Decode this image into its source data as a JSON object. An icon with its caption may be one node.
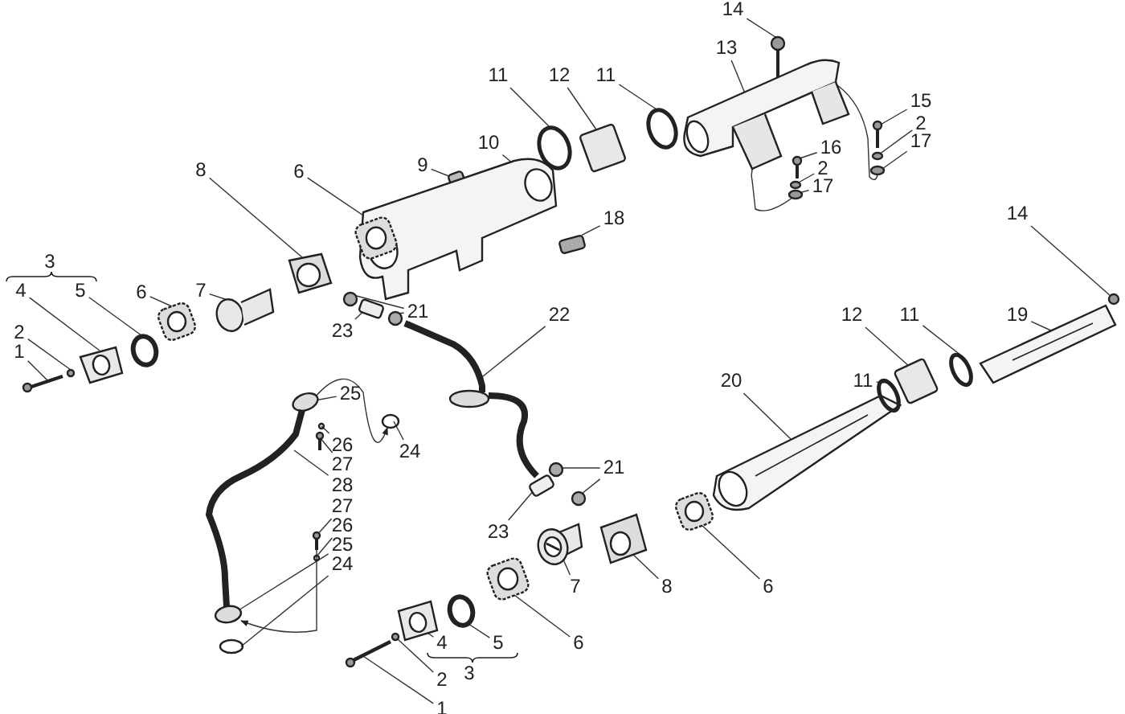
{
  "diagram": {
    "nodes": [
      {
        "text": [
          "14"
        ]
      },
      {
        "text": [
          "11"
        ]
      },
      {
        "text": [
          "12"
        ]
      },
      {
        "text": [
          "11"
        ]
      },
      {
        "text": [
          "13"
        ]
      },
      {
        "text": [
          "15"
        ]
      },
      {
        "text": [
          "2"
        ]
      },
      {
        "text": [
          "17"
        ]
      },
      {
        "text": [
          "16"
        ]
      },
      {
        "text": [
          "2"
        ]
      },
      {
        "text": [
          "9"
        ]
      },
      {
        "text": [
          "10"
        ]
      },
      {
        "text": [
          "17"
        ]
      },
      {
        "text": [
          "8"
        ]
      },
      {
        "text": [
          "6"
        ]
      },
      {
        "text": [
          "14"
        ]
      },
      {
        "text": [
          "18"
        ]
      },
      {
        "text": [
          "4"
        ]
      },
      {
        "text": [
          "5"
        ]
      },
      {
        "text": [
          "6"
        ]
      },
      {
        "text": [
          "7"
        ]
      },
      {
        "text": [
          "21"
        ]
      },
      {
        "text": [
          "22"
        ]
      },
      {
        "text": [
          "12"
        ]
      },
      {
        "text": [
          "11"
        ]
      },
      {
        "text": [
          "19"
        ]
      },
      {
        "text": [
          "2"
        ]
      },
      {
        "text": [
          "23"
        ]
      },
      {
        "text": [
          "1"
        ]
      },
      {
        "text": [
          "20"
        ]
      },
      {
        "text": [
          "11"
        ]
      },
      {
        "text": [
          "25"
        ]
      },
      {
        "text": [
          "24"
        ]
      },
      {
        "text": [
          "26"
        ]
      },
      {
        "text": [
          "27"
        ]
      },
      {
        "text": [
          "21"
        ]
      },
      {
        "text": [
          "28"
        ]
      },
      {
        "text": [
          "27"
        ]
      },
      {
        "text": [
          "26"
        ]
      },
      {
        "text": [
          "23"
        ]
      },
      {
        "text": [
          "25"
        ]
      },
      {
        "text": [
          "24"
        ]
      },
      {
        "text": [
          "7"
        ]
      },
      {
        "text": [
          "8"
        ]
      },
      {
        "text": [
          "6"
        ]
      },
      {
        "text": [
          "4"
        ]
      },
      {
        "text": [
          "5"
        ]
      },
      {
        "text": [
          "6"
        ]
      },
      {
        "text": [
          "2"
        ]
      },
      {
        "text": [
          "1"
        ]
      },
      {
        "text": [],
        "shape": "picture"
      },
      {
        "text": [],
        "shape": "circle"
      },
      {
        "text": [],
        "shape": "box"
      },
      {
        "text": [],
        "shape": "circle"
      },
      {
        "text": [],
        "shape": "picture"
      },
      {
        "text": [],
        "shape": "picture"
      },
      {
        "text": [],
        "shape": "circle"
      },
      {
        "text": [],
        "shape": "circle"
      },
      {
        "text": [],
        "shape": "picture"
      },
      {
        "text": [],
        "shape": "circle"
      },
      {
        "text": [],
        "shape": "circle"
      },
      {
        "text": [],
        "shape": "box"
      },
      {
        "text": [],
        "shape": "picture"
      },
      {
        "text": [],
        "shape": "picture"
      },
      {
        "text": [],
        "shape": "picture"
      },
      {
        "text": [],
        "shape": "circle"
      },
      {
        "text": [],
        "shape": "box"
      },
      {
        "text": [],
        "shape": "picture"
      },
      {
        "text": [],
        "shape": "circle"
      },
      {
        "text": [],
        "shape": "picture"
      },
      {
        "text": [],
        "shape": "picture"
      },
      {
        "text": [],
        "shape": "circle"
      },
      {
        "text": [],
        "shape": "circle"
      },
      {
        "text": [],
        "shape": "picture"
      },
      {
        "text": [],
        "shape": "box"
      },
      {
        "text": [],
        "shape": "circle"
      },
      {
        "text": [],
        "shape": "picture"
      },
      {
        "text": [],
        "shape": "circle"
      },
      {
        "text": [],
        "shape": "box"
      },
      {
        "text": [],
        "shape": "picture"
      },
      {
        "text": [],
        "shape": "picture"
      },
      {
        "text": [],
        "shape": "circle"
      },
      {
        "text": [],
        "shape": "circle"
      },
      {
        "text": [],
        "shape": "circle"
      },
      {
        "text": [],
        "shape": "circle"
      },
      {
        "text": [],
        "shape": "picture"
      },
      {
        "text": [],
        "shape": "circle"
      },
      {
        "text": [],
        "shape": "circle"
      },
      {
        "text": [],
        "shape": "picture"
      },
      {
        "text": [],
        "shape": "picture"
      },
      {
        "text": [],
        "shape": "circle"
      },
      {
        "text": [],
        "shape": "box"
      },
      {
        "text": [],
        "shape": "circle"
      },
      {
        "text": [],
        "shape": "circle"
      },
      {
        "text": [],
        "shape": "picture"
      },
      {
        "text": [],
        "shape": "picture"
      },
      {
        "text": [],
        "shape": "picture"
      },
      {
        "text": [],
        "shape": "picture"
      },
      {
        "text": [],
        "shape": "circle"
      },
      {
        "text": [],
        "shape": "picture"
      },
      {
        "text": [],
        "shape": "circle"
      },
      {
        "text": [],
        "shape": "picture"
      }
    ],
    "edges": [
      {
        "from": 0,
        "to": 50,
        "arrow": "none"
      },
      {
        "from": 1,
        "to": 51,
        "arrow": "none"
      },
      {
        "from": 2,
        "to": 52,
        "arrow": "none"
      },
      {
        "from": 3,
        "to": 53,
        "arrow": "none"
      },
      {
        "from": 4,
        "to": 54,
        "arrow": "none"
      },
      {
        "from": 5,
        "to": 55,
        "arrow": "none"
      },
      {
        "from": 6,
        "to": 56,
        "arrow": "none"
      },
      {
        "from": 7,
        "to": 57,
        "arrow": "none"
      },
      {
        "from": 8,
        "to": 58,
        "arrow": "none"
      },
      {
        "from": 9,
        "to": 59,
        "arrow": "none"
      },
      {
        "from": 10,
        "to": 61,
        "arrow": "none"
      },
      {
        "from": 11,
        "to": 62,
        "arrow": "none"
      },
      {
        "from": 12,
        "to": 60,
        "arrow": "none"
      },
      {
        "from": 13,
        "to": 63,
        "arrow": "none"
      },
      {
        "from": 14,
        "to": 64,
        "arrow": "none"
      },
      {
        "from": 15,
        "to": 65,
        "arrow": "none"
      },
      {
        "from": 16,
        "to": 66,
        "arrow": "none"
      },
      {
        "from": 17,
        "to": 67,
        "arrow": "none"
      },
      {
        "from": 18,
        "to": 68,
        "arrow": "none"
      },
      {
        "from": 19,
        "to": 69,
        "arrow": "none"
      },
      {
        "from": 20,
        "to": 70,
        "arrow": "none"
      },
      {
        "from": 21,
        "to": 71,
        "arrow": "none"
      },
      {
        "from": 21,
        "to": 72,
        "arrow": "none"
      },
      {
        "from": 22,
        "to": 73,
        "arrow": "none"
      },
      {
        "from": 23,
        "to": 74,
        "arrow": "none"
      },
      {
        "from": 24,
        "to": 75,
        "arrow": "none"
      },
      {
        "from": 25,
        "to": 76,
        "arrow": "none"
      },
      {
        "from": 26,
        "to": 77,
        "arrow": "none"
      },
      {
        "from": 27,
        "to": 78,
        "arrow": "none"
      },
      {
        "from": 28,
        "to": 79,
        "arrow": "none"
      },
      {
        "from": 29,
        "to": 80,
        "arrow": "none"
      },
      {
        "from": 30,
        "to": 81,
        "arrow": "none"
      },
      {
        "from": 31,
        "to": 82,
        "arrow": "none"
      },
      {
        "from": 32,
        "to": 83,
        "arrow": "none"
      },
      {
        "from": 33,
        "to": 84,
        "arrow": "none"
      },
      {
        "from": 34,
        "to": 85,
        "arrow": "none"
      },
      {
        "from": 35,
        "to": 86,
        "arrow": "none"
      },
      {
        "from": 35,
        "to": 87,
        "arrow": "none"
      },
      {
        "from": 36,
        "to": 88,
        "arrow": "none"
      },
      {
        "from": 37,
        "to": 89,
        "arrow": "none"
      },
      {
        "from": 38,
        "to": 90,
        "arrow": "none"
      },
      {
        "from": 39,
        "to": 91,
        "arrow": "none"
      },
      {
        "from": 40,
        "to": 92,
        "arrow": "none"
      },
      {
        "from": 41,
        "to": 93,
        "arrow": "none"
      },
      {
        "from": 42,
        "to": 94,
        "arrow": "none"
      },
      {
        "from": 43,
        "to": 95,
        "arrow": "none"
      },
      {
        "from": 44,
        "to": 96,
        "arrow": "none"
      },
      {
        "from": 45,
        "to": 97,
        "arrow": "none"
      },
      {
        "from": 46,
        "to": 98,
        "arrow": "none"
      },
      {
        "from": 47,
        "to": 99,
        "arrow": "none"
      },
      {
        "from": 48,
        "to": 100,
        "arrow": "none"
      },
      {
        "from": 49,
        "to": 101,
        "arrow": "none"
      },
      {
        "from": 82,
        "to": 83,
        "arrow": "to"
      },
      {
        "from": 89,
        "to": 92,
        "arrow": "to"
      },
      {
        "from": 54,
        "to": 57,
        "arrow": "none"
      },
      {
        "from": 54,
        "to": 60,
        "arrow": "none"
      }
    ],
    "labels": [
      "3",
      "3"
    ]
  }
}
